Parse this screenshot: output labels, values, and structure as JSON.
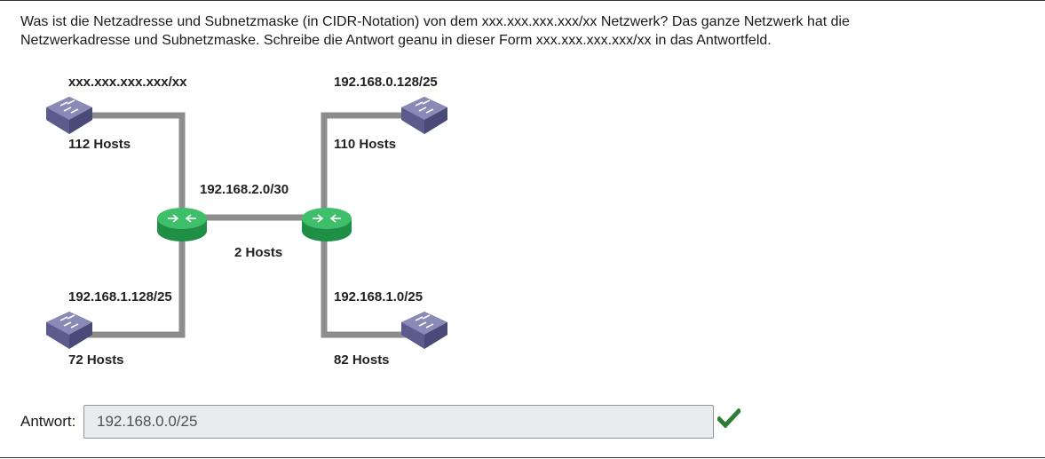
{
  "question": {
    "line1": "Was ist die Netzadresse und Subnetzmaske (in CIDR-Notation) von dem xxx.xxx.xxx.xxx/xx Netzwerk? Das ganze Netzwerk hat die",
    "line2": "Netzwerkadresse und Subnetzmaske. Schreibe die Antwort geanu in dieser Form xxx.xxx.xxx.xxx/xx in das Antwortfeld."
  },
  "diagram": {
    "top_left": {
      "network": "xxx.xxx.xxx.xxx/xx",
      "hosts": "112 Hosts"
    },
    "top_right": {
      "network": "192.168.0.128/25",
      "hosts": "110 Hosts"
    },
    "link": {
      "network": "192.168.2.0/30",
      "hosts": "2 Hosts"
    },
    "bottom_left": {
      "network": "192.168.1.128/25",
      "hosts": "72 Hosts"
    },
    "bottom_right": {
      "network": "192.168.1.0/25",
      "hosts": "82 Hosts"
    },
    "colors": {
      "cable": "#8c8c8c",
      "switch_top": "#8a8ab8",
      "switch_side": "#5b5b8c",
      "router_top": "#3fbf6a",
      "router_side": "#1f8f45"
    }
  },
  "answer": {
    "label": "Antwort:",
    "value": "192.168.0.0/25",
    "status_icon": "correct-check-icon",
    "status_color": "#2e7d32"
  }
}
